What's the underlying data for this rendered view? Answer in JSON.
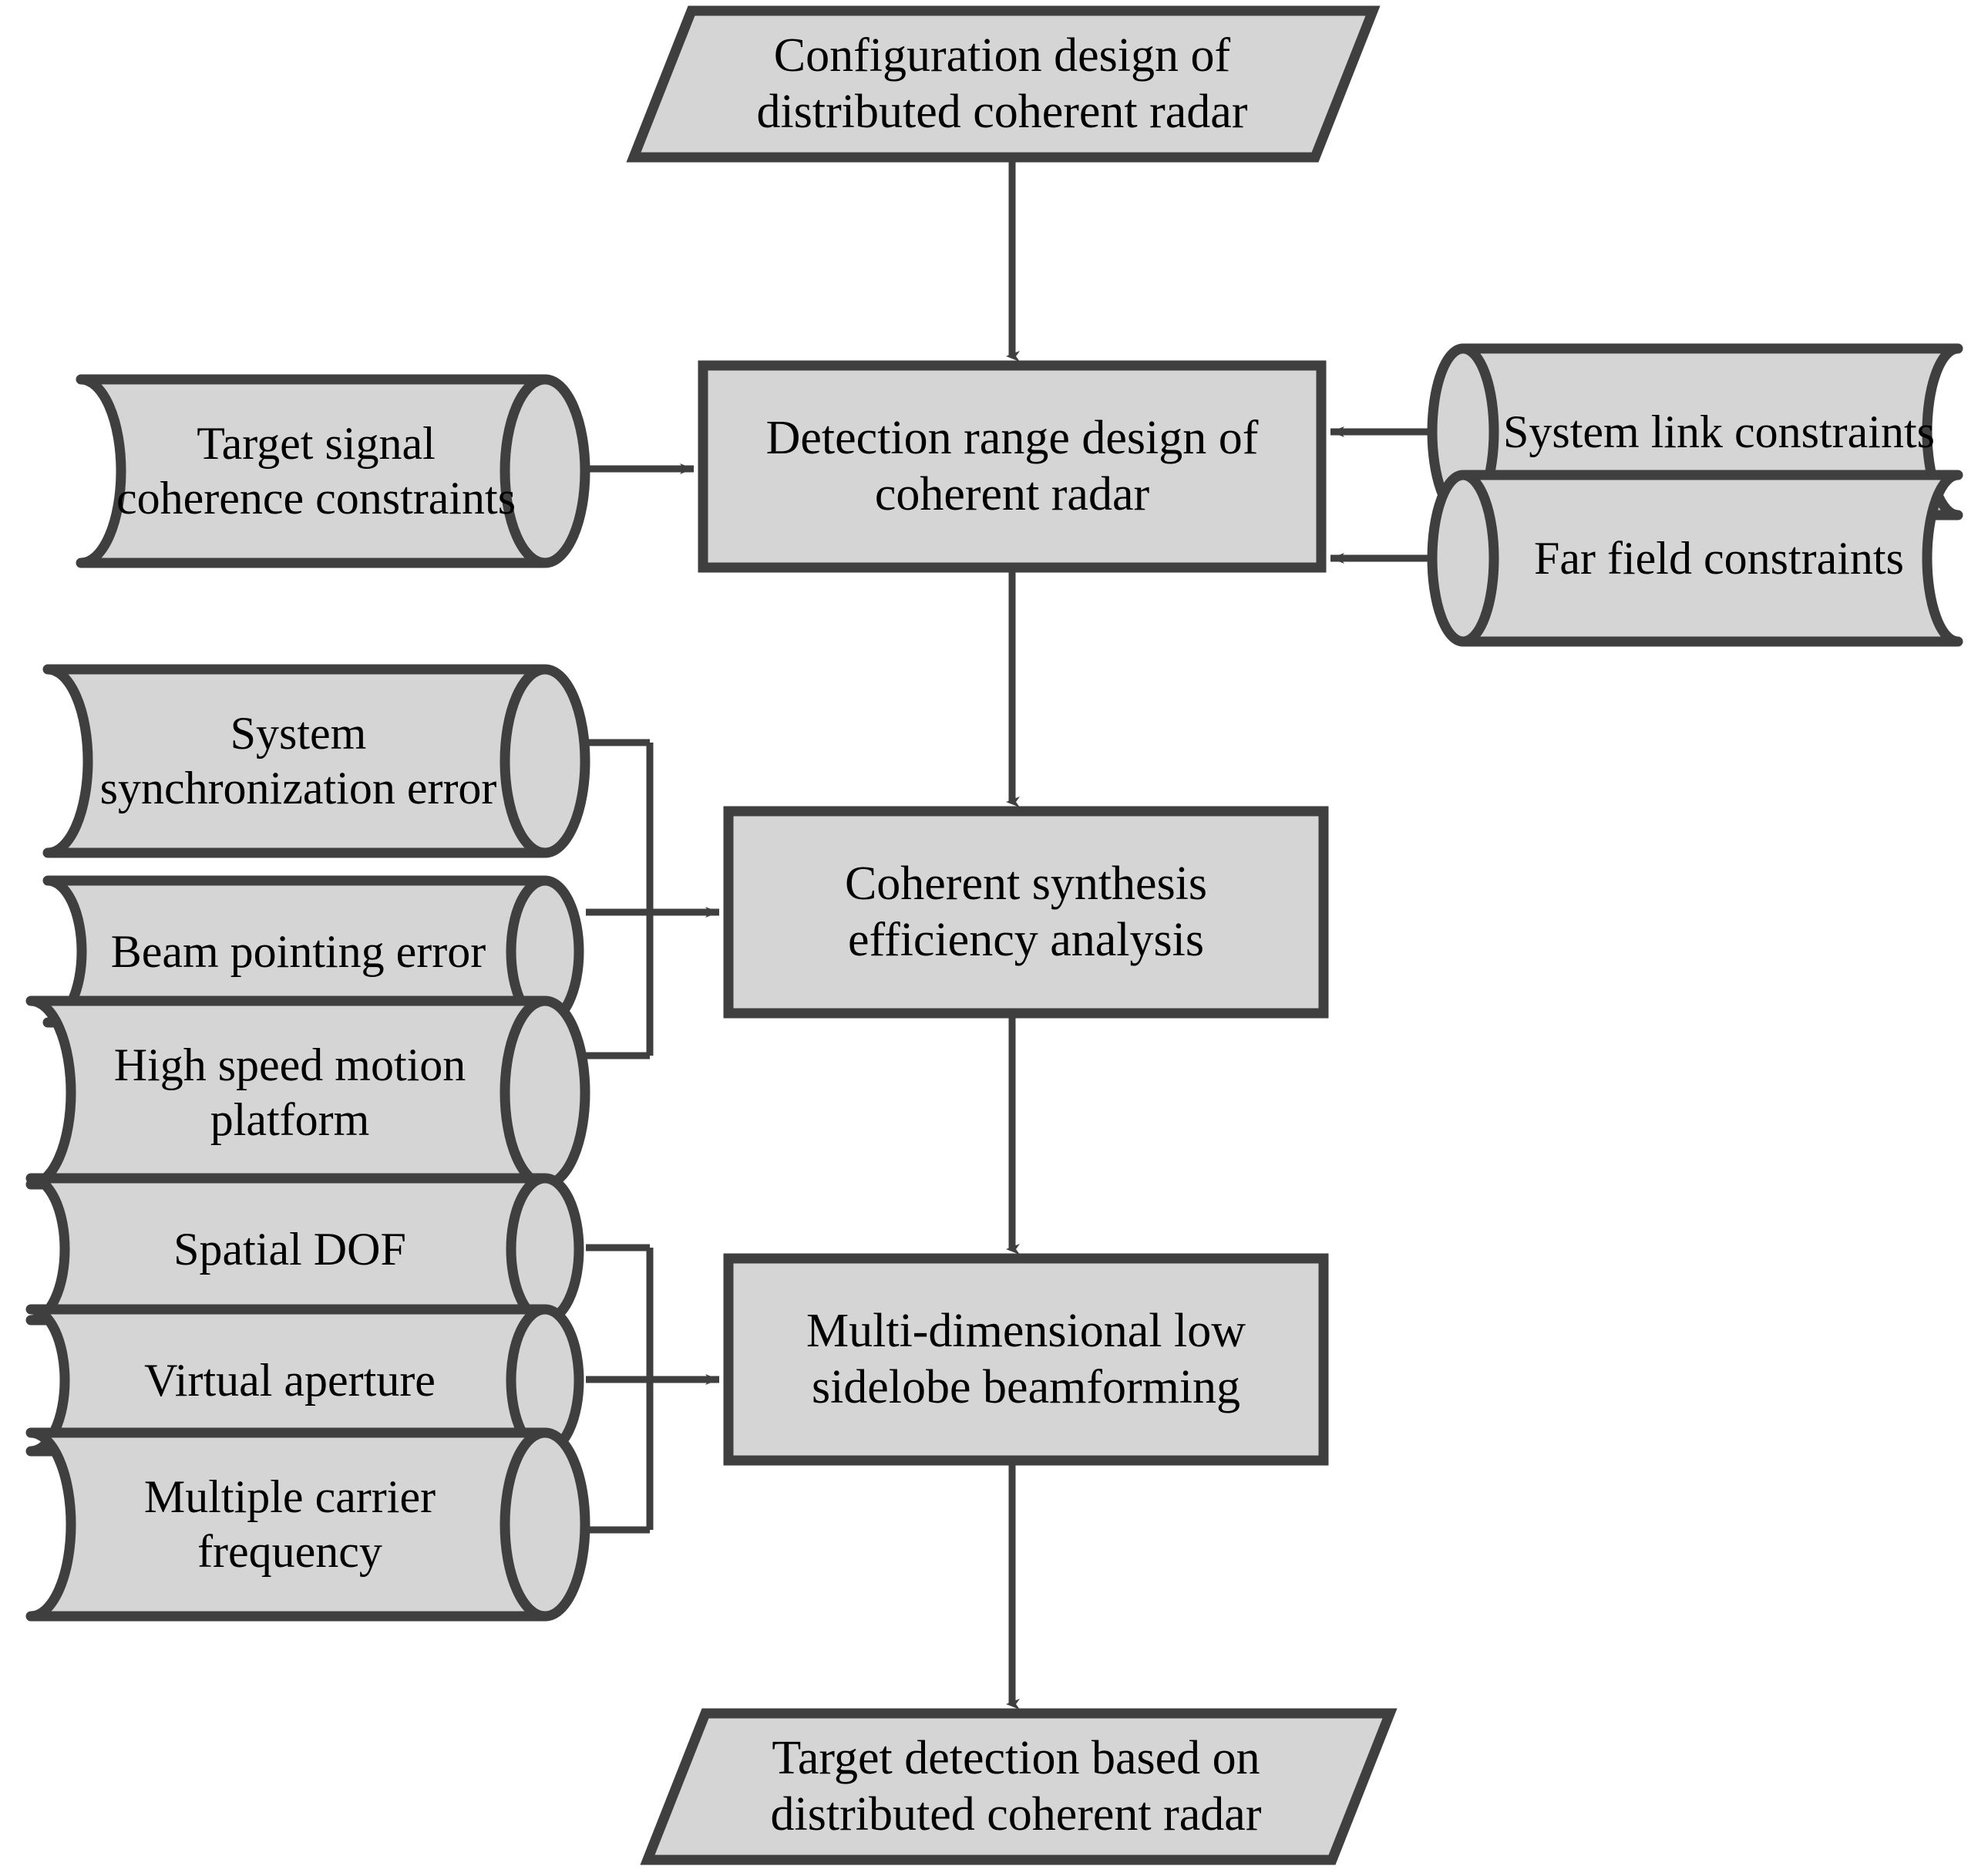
{
  "diagram": {
    "title": "Distributed coherent radar design flowchart",
    "colors": {
      "shape_fill": "#d5d5d5",
      "shape_stroke": "#3f3f3f",
      "connector": "#3f3f3f",
      "text": "#000000",
      "background": "#ffffff"
    },
    "nodes": {
      "start_terminal": {
        "label": "Configuration design of\ndistributed coherent radar",
        "shape": "parallelogram"
      },
      "detection_range": {
        "label": "Detection range design of\ncoherent radar",
        "shape": "rectangle"
      },
      "coherent_synthesis": {
        "label": "Coherent synthesis\nefficiency analysis",
        "shape": "rectangle"
      },
      "beamforming": {
        "label": "Multi-dimensional low\nsidelobe beamforming",
        "shape": "rectangle"
      },
      "end_terminal": {
        "label": "Target detection based on\ndistributed coherent radar",
        "shape": "parallelogram"
      },
      "target_signal_coherence": {
        "label": "Target signal\ncoherence constraints",
        "shape": "cylinder-right"
      },
      "system_link": {
        "label": "System link constraints",
        "shape": "cylinder-left"
      },
      "far_field": {
        "label": "Far field constraints",
        "shape": "cylinder-left"
      },
      "system_sync_error": {
        "label": "System\nsynchronization error",
        "shape": "cylinder-right"
      },
      "beam_pointing_error": {
        "label": "Beam pointing error",
        "shape": "cylinder-right"
      },
      "high_speed_platform": {
        "label": "High speed motion\nplatform",
        "shape": "cylinder-right"
      },
      "spatial_dof": {
        "label": "Spatial DOF",
        "shape": "cylinder-right"
      },
      "virtual_aperture": {
        "label": "Virtual aperture",
        "shape": "cylinder-right"
      },
      "multiple_carrier_frequency": {
        "label": "Multiple carrier\nfrequency",
        "shape": "cylinder-right"
      }
    },
    "edges": [
      {
        "from": "start_terminal",
        "to": "detection_range",
        "direction": "down"
      },
      {
        "from": "target_signal_coherence",
        "to": "detection_range",
        "direction": "right"
      },
      {
        "from": "system_link",
        "to": "detection_range",
        "direction": "left"
      },
      {
        "from": "far_field",
        "to": "detection_range",
        "direction": "left"
      },
      {
        "from": "detection_range",
        "to": "coherent_synthesis",
        "direction": "down"
      },
      {
        "from": "system_sync_error",
        "to": "coherent_synthesis",
        "direction": "right"
      },
      {
        "from": "beam_pointing_error",
        "to": "coherent_synthesis",
        "direction": "right"
      },
      {
        "from": "high_speed_platform",
        "to": "coherent_synthesis",
        "direction": "right"
      },
      {
        "from": "coherent_synthesis",
        "to": "beamforming",
        "direction": "down"
      },
      {
        "from": "spatial_dof",
        "to": "beamforming",
        "direction": "right"
      },
      {
        "from": "virtual_aperture",
        "to": "beamforming",
        "direction": "right"
      },
      {
        "from": "multiple_carrier_frequency",
        "to": "beamforming",
        "direction": "right"
      },
      {
        "from": "beamforming",
        "to": "end_terminal",
        "direction": "down"
      }
    ]
  }
}
